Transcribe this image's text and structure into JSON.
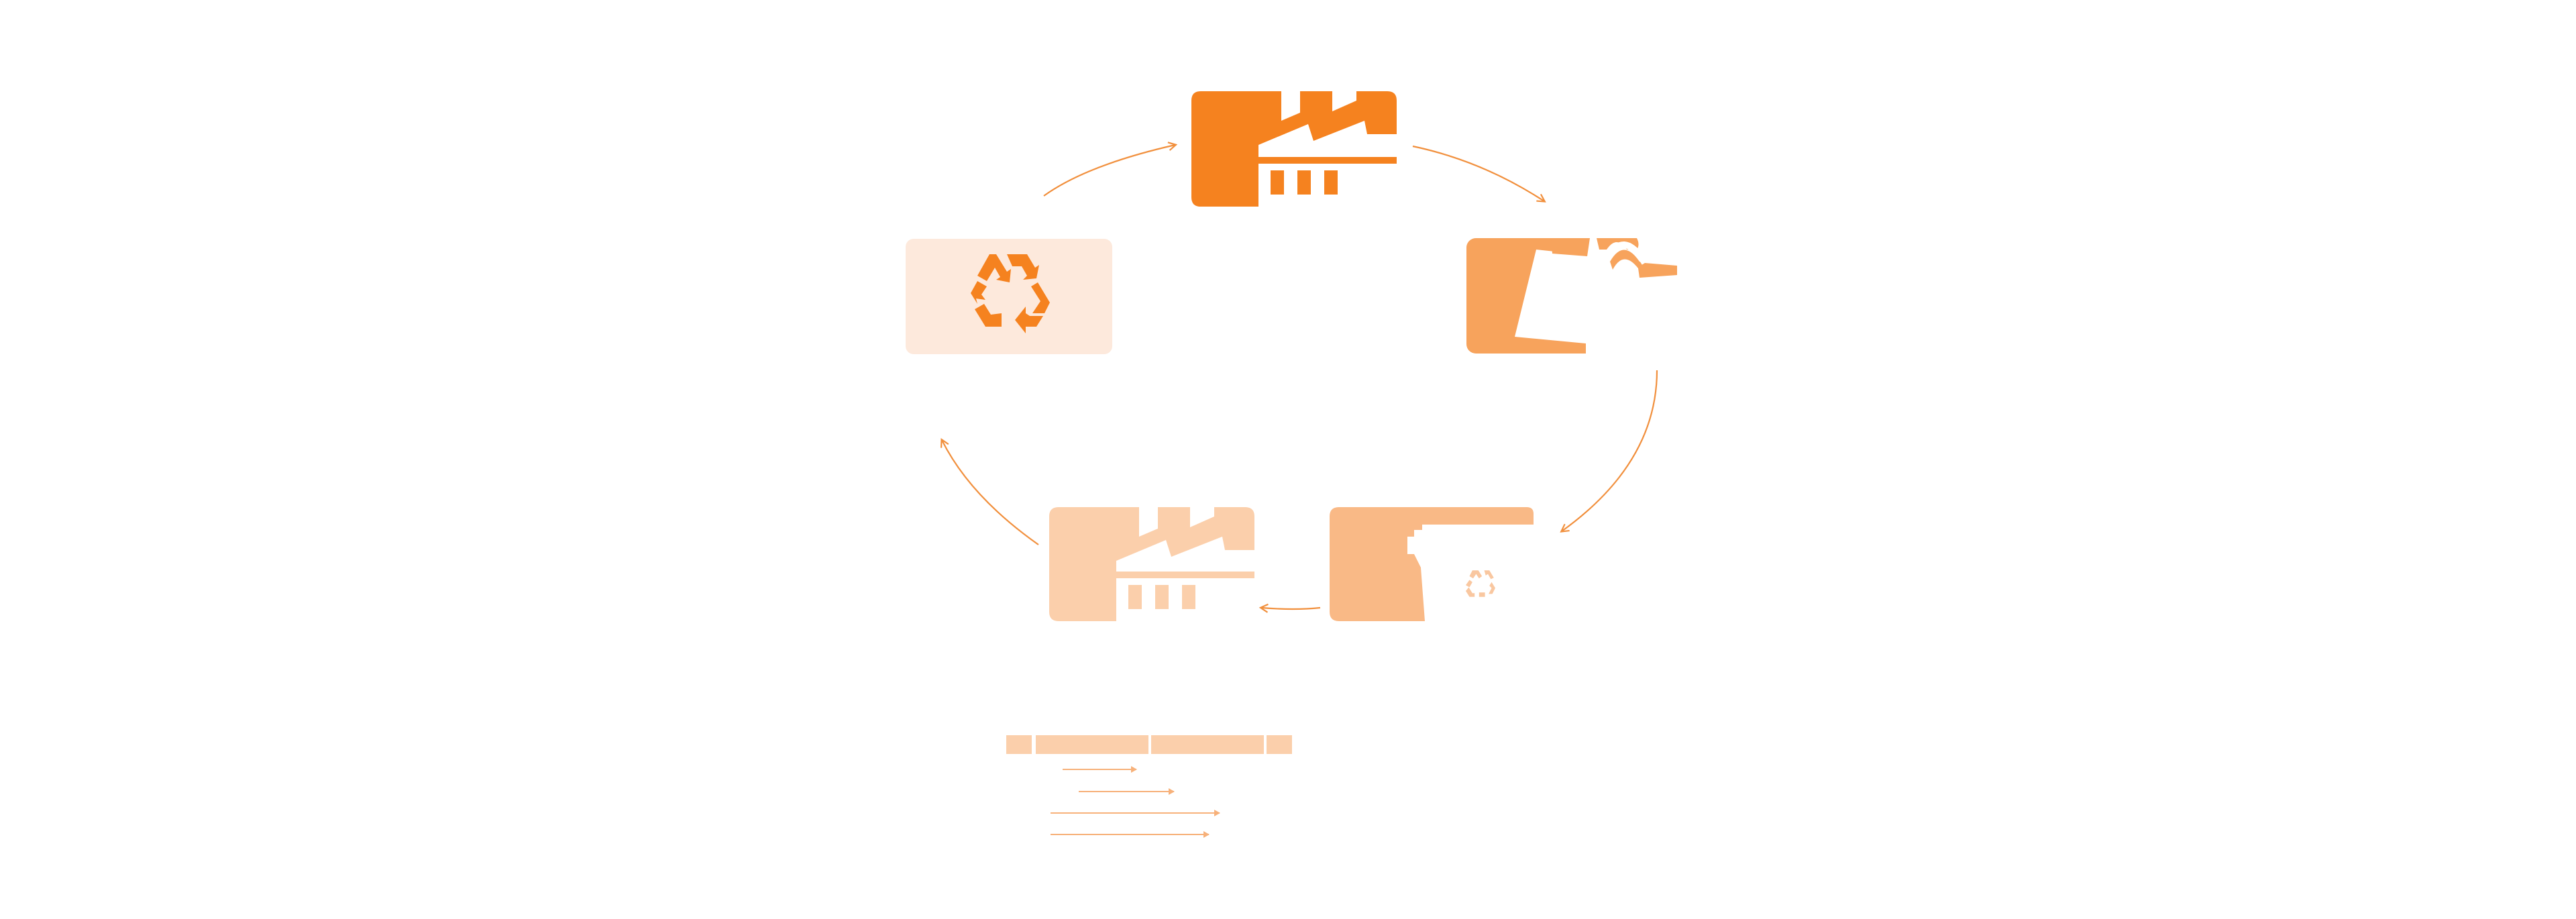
{
  "diagram": {
    "colors": {
      "primary": "#f5821f",
      "orange_medium": "#f7a35c",
      "orange_light": "#f9b986",
      "orange_pale": "#fbcfab",
      "orange_faint": "#fde9dc",
      "arrow": "#f18f3c",
      "arrow_light": "#f7b17a",
      "background": "#ffffff"
    },
    "nodes": [
      {
        "id": "factory-top",
        "icon": "factory-icon",
        "shade": "primary"
      },
      {
        "id": "shopping-bag-right",
        "icon": "shopping-bag-icon",
        "shade": "orange_medium"
      },
      {
        "id": "recycle-bin-bottom-right",
        "icon": "recycle-bin-icon",
        "shade": "orange_light"
      },
      {
        "id": "factory-bottom-left",
        "icon": "factory-icon",
        "shade": "orange_pale"
      },
      {
        "id": "recycle-left",
        "icon": "recycle-icon",
        "shade": "orange_faint"
      }
    ],
    "edges": [
      {
        "from": "recycle-left",
        "to": "factory-top"
      },
      {
        "from": "factory-top",
        "to": "shopping-bag-right"
      },
      {
        "from": "shopping-bag-right",
        "to": "recycle-bin-bottom-right"
      },
      {
        "from": "recycle-bin-bottom-right",
        "to": "factory-bottom-left"
      },
      {
        "from": "factory-bottom-left",
        "to": "recycle-left"
      }
    ],
    "legend": {
      "bar_segments": 4,
      "arrow_lines": 4
    }
  }
}
